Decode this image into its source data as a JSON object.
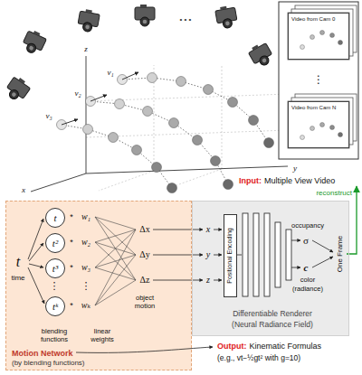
{
  "diagram": {
    "nodes": [
      {
        "text": [
          "Video from Cam 0"
        ]
      },
      {
        "text": [
          "Video from Cam N"
        ]
      },
      {
        "text": [
          "Motion Network",
          "(by blending functions)"
        ]
      },
      {
        "text": [
          "t"
        ],
        "in": 2
      },
      {
        "text": [
          "t²"
        ],
        "in": 2
      },
      {
        "text": [
          "t³"
        ],
        "in": 2
      },
      {
        "text": [
          "tᵏ"
        ],
        "in": 2
      },
      {
        "text": [
          "Differentiable Renderer",
          "(Neural Radiance Field)"
        ]
      },
      {
        "text": [
          "Positional Encoding"
        ],
        "in": 7
      }
    ],
    "labels": [
      "v₁",
      "v₂",
      "v₃",
      "x",
      "y",
      "z",
      "• • •",
      "⋮",
      "Input:",
      "Multiple View Video",
      "reconstruct",
      "One Frame",
      "t",
      "time",
      "blending functions",
      "*",
      "*",
      "*",
      "*",
      "w₁",
      "w₂",
      "w₃",
      "wₖ",
      "⋮",
      "⋮",
      "linear weights",
      "Δx",
      "Δy",
      "Δz",
      "object motion",
      "x",
      "y",
      "z",
      "occupancy",
      "σ",
      "c",
      "color",
      "(radiance)",
      "Output:",
      "Kinematic Formulas",
      "(e.g., vt−½gt² with g=10)"
    ]
  }
}
